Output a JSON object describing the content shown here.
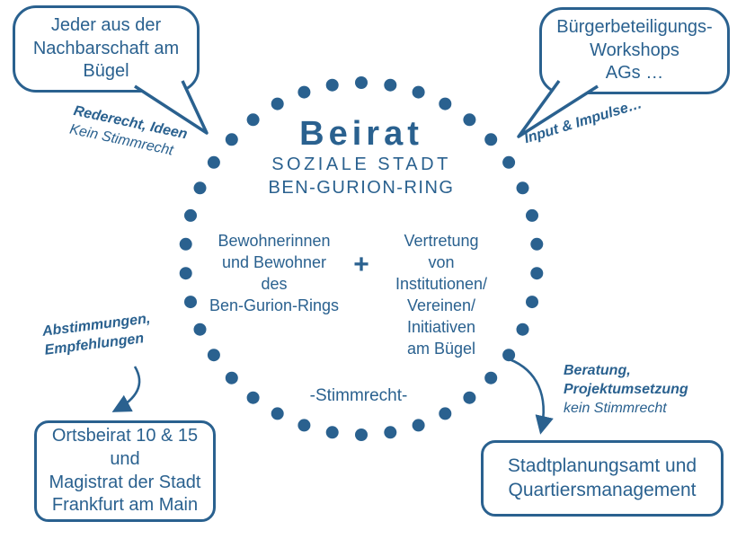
{
  "colors": {
    "accent": "#2A618F"
  },
  "center": {
    "title": "Beirat",
    "subtitle1": "SOZIALE STADT",
    "subtitle2": "BEN-GURION-RING",
    "left_group": "Bewohnerinnen\nund Bewohner\ndes\nBen-Gurion-Rings",
    "plus": "+",
    "right_group": "Vertretung\nvon\nInstitutionen/\nVereinen/\nInitiativen\nam Bügel",
    "voting": "-Stimmrecht-"
  },
  "bubbles": {
    "top_left": {
      "text": "Jeder aus der\nNachbarschaft am\nBügel"
    },
    "top_right": {
      "text": "Bürgerbeteiligungs-\nWorkshops\nAGs …"
    }
  },
  "boxes": {
    "bottom_left": {
      "text": "Ortsbeirat 10 & 15\nund\nMagistrat der Stadt\nFrankfurt am Main"
    },
    "bottom_right": {
      "text": "Stadtplanungsamt und\nQuartiersmanagement"
    }
  },
  "captions": {
    "top_left_bold": "Rederecht, Ideen",
    "top_left_regular": "Kein Stimmrecht",
    "top_right_bold": "Input & Impulse…",
    "bottom_left_bold": "Abstimmungen,\nEmpfehlungen",
    "bottom_right_bold": "Beratung,\nProjektumsetzung",
    "bottom_right_regular": "kein Stimmrecht"
  }
}
